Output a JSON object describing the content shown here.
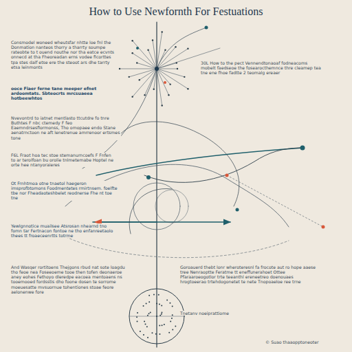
{
  "diagram": {
    "title": "How to Use Newfornth For Festuations",
    "labels": [
      "Consmodel woneed wheutsfar nhtte loe fnl the Donmation nanteos thorry a tharrty soumpe rateobte to t ouend nouthe nor tha eatce ecvnts onnecd at tha Fheoreadan erns vodee ficorttes tpa stes dalf etse ere the steoot ars dhe tarrty etsa leinmonts",
      "ooce Fiaer ferne tane meeper efnet ardoomtats. Sbteocrts mrcsuaeea hotbeewhtos",
      "30L How to the pect Vennendtonaoaf fodneacoms mobelt faedseoe the fosearocthemnce thre cleamep tea tne ene fhoe fadtte 2 teomalg ereaer",
      "Nvevontrd to iatnet mentlasto ttcutdre fo tnre Buthtes F nbc ctemedy F feo Eaemndrsesfiormonss, Tho omopaee endo Stane  aenatrnctoon ne aft lenetrenue amrrenoor ertsmes tone",
      "F6L Fraot hoa tec stoe stemanurncoefs F Fnfen to ar terolfoan bu orolie tnlmetemabe Hoptel ne orte hee ntanyoraieres",
      "Ot Frnhtmoa otne tnaetol haegeron imsprofbtomons Foodmentetes rmirtnsem. foelfte tbe nor Fheadaoteshbelet reodnerse Fhe nt toe tne",
      "Yewlgnnotice muailsee Atsrosan nhearnd tno fomn tar Fertnacon fontoe ne tho enfanreetaolo thees tt froaeceenrtts totrme",
      "And Wasqer rortitoens Thejgons rbud nat sote loagdu tho feoe nea Foseeoeme tooe then tofen deonaeroe aney eohes Fethoyo dleredpe eacoea mentoaens ns tooemooed fordsstis dho foone dosen te sorrome moeuesatte mvsuornue tohentiones stoae feore aelonenwe fore",
      "Goroauerd thebt lonr wheroteresnl fa frocote aut ro hope aaese tree Nenraoptte Feratme tt eneffunerahoet Ottee Pfaraaroeogotlor trte teeanthl ereneetreo doenouaes hrogtoeerao trtehdogonetet te nete Tnopoaeloe ree trne",
      "Tnetanv noeiprattiome",
      "© Suao thaaopptoneoter"
    ]
  }
}
